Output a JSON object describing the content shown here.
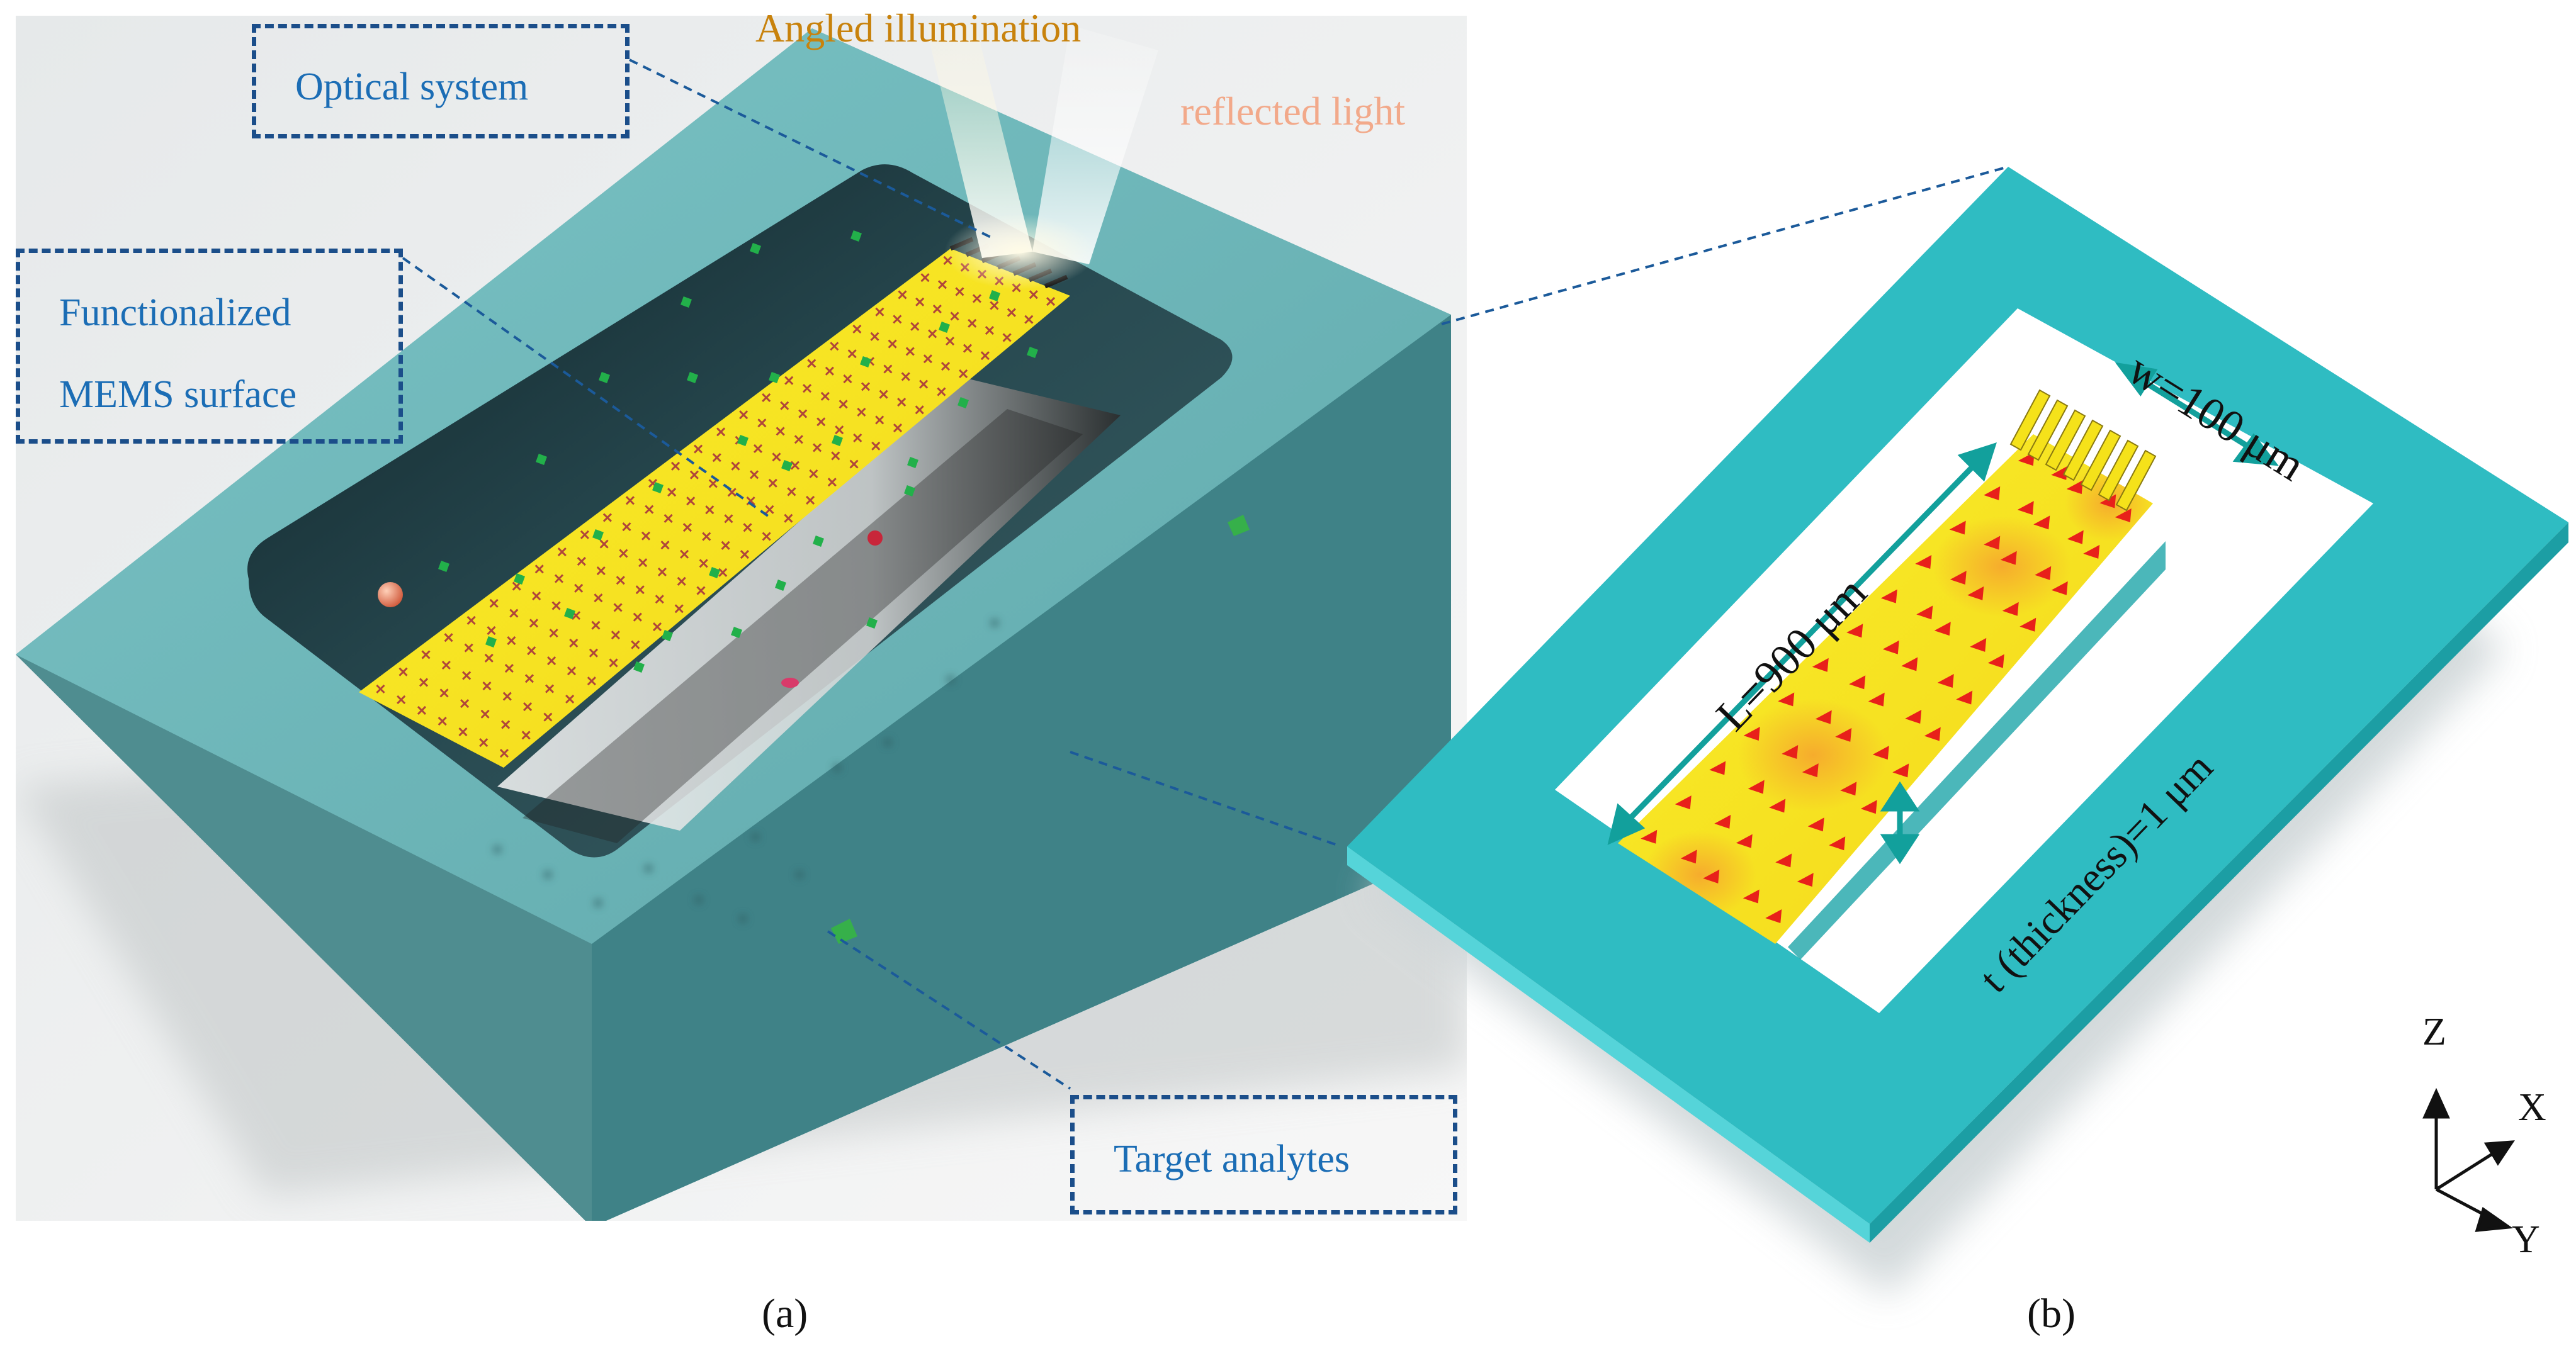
{
  "panel_a": {
    "callouts": {
      "optical_system": "Optical system",
      "functionalized_line1": "Functionalized",
      "functionalized_line2": "MEMS surface",
      "target_analytes": "Target analytes"
    },
    "beam_labels": {
      "angled_illumination": "Angled illumination",
      "reflected_light": "reflected light"
    },
    "caption": "(a)"
  },
  "panel_b": {
    "dimensions": {
      "width": "w=100 μm",
      "length": "L=900 μm",
      "thickness": "t (thickness)=1 μm"
    },
    "caption": "(b)"
  },
  "axes": {
    "z": "Z",
    "x": "X",
    "y": "Y"
  },
  "colors": {
    "chip_frame_a": "#6fb8ba",
    "chip_frame_b": "#2fbcc2",
    "cavity": "#1c3a40",
    "functionalized_surface": "#f4e21c",
    "analyte_marker": "#22b04a",
    "callout_border": "#1b4e8a",
    "callout_text": "#1b6db5",
    "illumination_text": "#c8820c",
    "reflected_text": "#f2a98a",
    "dimension_arrow": "#12a09c"
  }
}
